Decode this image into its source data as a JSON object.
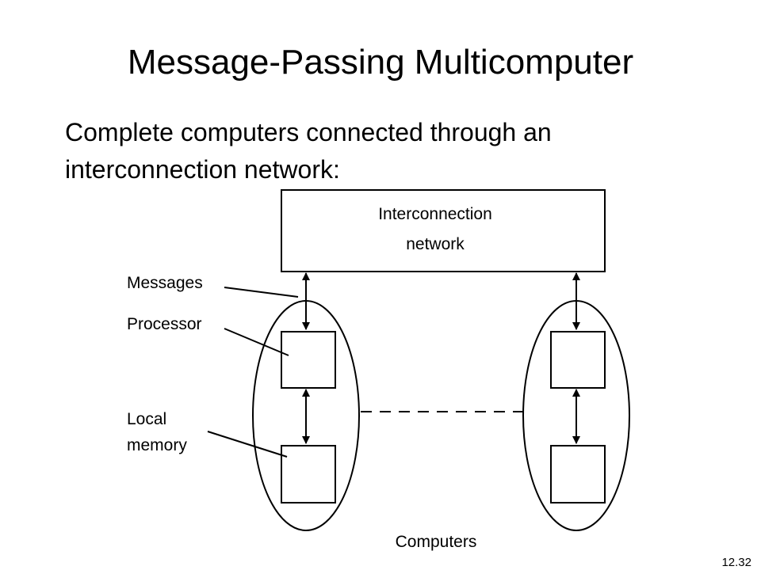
{
  "slide": {
    "title": "Message-Passing Multicomputer",
    "subtitle_line1": "Complete computers connected through an",
    "subtitle_line2": "interconnection network:",
    "page_number": "12.32"
  },
  "diagram": {
    "network_line1": "Interconnection",
    "network_line2": "network",
    "label_messages": "Messages",
    "label_processor": "Processor",
    "label_local_line1": "Local",
    "label_local_line2": "memory",
    "label_computers": "Computers"
  }
}
